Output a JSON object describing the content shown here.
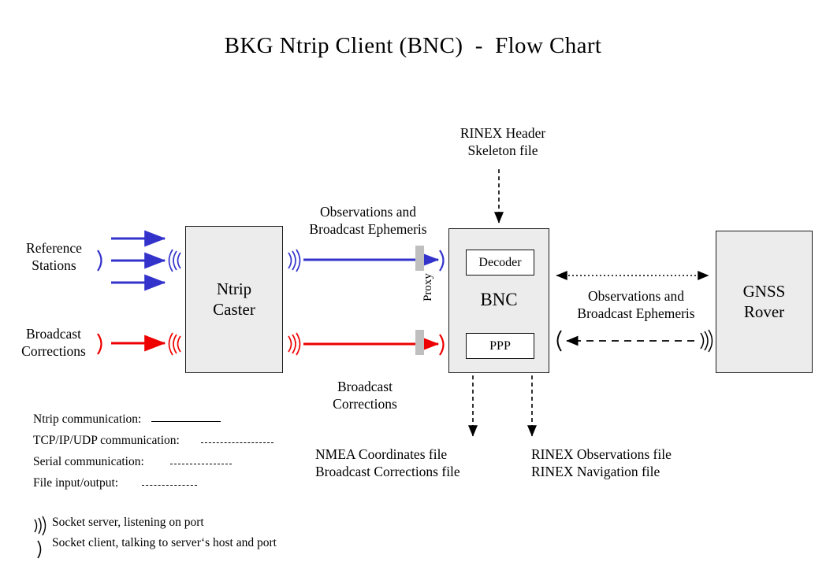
{
  "title": "BKG Ntrip Client (BNC)  -  Flow Chart",
  "colors": {
    "blue": "#3333cc",
    "red": "#ee0000",
    "box_fill": "#ececec",
    "box_border": "#1a1a1a",
    "proxy_bar": "#bfbfbf",
    "line": "#000000"
  },
  "nodes": {
    "caster": "Ntrip\nCaster",
    "bnc": "BNC",
    "rover": "GNSS\nRover",
    "decoder": "Decoder",
    "ppp": "PPP"
  },
  "labels": {
    "reference_stations": "Reference\nStations",
    "broadcast_corrections_in": "Broadcast\nCorrections",
    "observations_ephemeris_caster": "Observations and\nBroadcast Ephemeris",
    "broadcast_corrections_caster": "Broadcast\nCorrections",
    "rinex_header_skeleton": "RINEX Header\nSkeleton file",
    "observations_ephemeris_rover": "Observations and\nBroadcast Ephemeris",
    "nmea_outputs": "NMEA Coordinates file\nBroadcast Corrections file",
    "rinex_outputs": "RINEX Observations file\nRINEX Navigation file",
    "proxy": "Proxy"
  },
  "legend": {
    "items": [
      {
        "text": "Ntrip communication:",
        "style": "solid"
      },
      {
        "text": "TCP/IP/UDP communication:",
        "style": "dashed"
      },
      {
        "text": "Serial communication:",
        "style": "dash-dot"
      },
      {
        "text": "File input/output:",
        "style": "dotted"
      }
    ]
  },
  "socket_legend": {
    "items": [
      {
        "symbol": "socket-server-icon",
        "text": "Socket server, listening on port"
      },
      {
        "symbol": "socket-client-icon",
        "text": "Socket client, talking to server‘s host and port"
      }
    ]
  },
  "chart_data": {
    "type": "diagram",
    "title": "BKG Ntrip Client (BNC)  -  Flow Chart",
    "nodes": [
      {
        "id": "reference-stations",
        "label": "Reference Stations",
        "kind": "text-source"
      },
      {
        "id": "broadcast-corrections-source",
        "label": "Broadcast Corrections",
        "kind": "text-source"
      },
      {
        "id": "ntrip-caster",
        "label": "Ntrip Caster",
        "kind": "box"
      },
      {
        "id": "bnc",
        "label": "BNC",
        "kind": "box",
        "children": [
          "Decoder",
          "PPP"
        ]
      },
      {
        "id": "gnss-rover",
        "label": "GNSS Rover",
        "kind": "box"
      },
      {
        "id": "rinex-header-skeleton",
        "label": "RINEX Header Skeleton file",
        "kind": "file"
      },
      {
        "id": "nmea-files",
        "label": "NMEA Coordinates file / Broadcast Corrections file",
        "kind": "file"
      },
      {
        "id": "rinex-files",
        "label": "RINEX Observations file / RINEX Navigation file",
        "kind": "file"
      }
    ],
    "edges": [
      {
        "from": "reference-stations",
        "to": "ntrip-caster",
        "style": "solid",
        "color": "#3333cc",
        "count": 3
      },
      {
        "from": "broadcast-corrections-source",
        "to": "ntrip-caster",
        "style": "solid",
        "color": "#ee0000",
        "count": 1
      },
      {
        "from": "ntrip-caster",
        "to": "bnc",
        "style": "solid",
        "color": "#3333cc",
        "label": "Observations and Broadcast Ephemeris",
        "via": "Proxy"
      },
      {
        "from": "ntrip-caster",
        "to": "bnc",
        "style": "solid",
        "color": "#ee0000",
        "label": "Broadcast Corrections",
        "via": "Proxy"
      },
      {
        "from": "rinex-header-skeleton",
        "to": "bnc",
        "style": "dashed",
        "color": "#000000"
      },
      {
        "from": "bnc",
        "to": "gnss-rover",
        "style": "dotted",
        "color": "#000000",
        "bidirectional": true
      },
      {
        "from": "gnss-rover",
        "to": "bnc",
        "style": "dashed",
        "color": "#000000",
        "label": "Observations and Broadcast Ephemeris"
      },
      {
        "from": "bnc",
        "to": "nmea-files",
        "style": "dashed",
        "color": "#000000"
      },
      {
        "from": "bnc",
        "to": "rinex-files",
        "style": "dashed",
        "color": "#000000"
      }
    ]
  }
}
